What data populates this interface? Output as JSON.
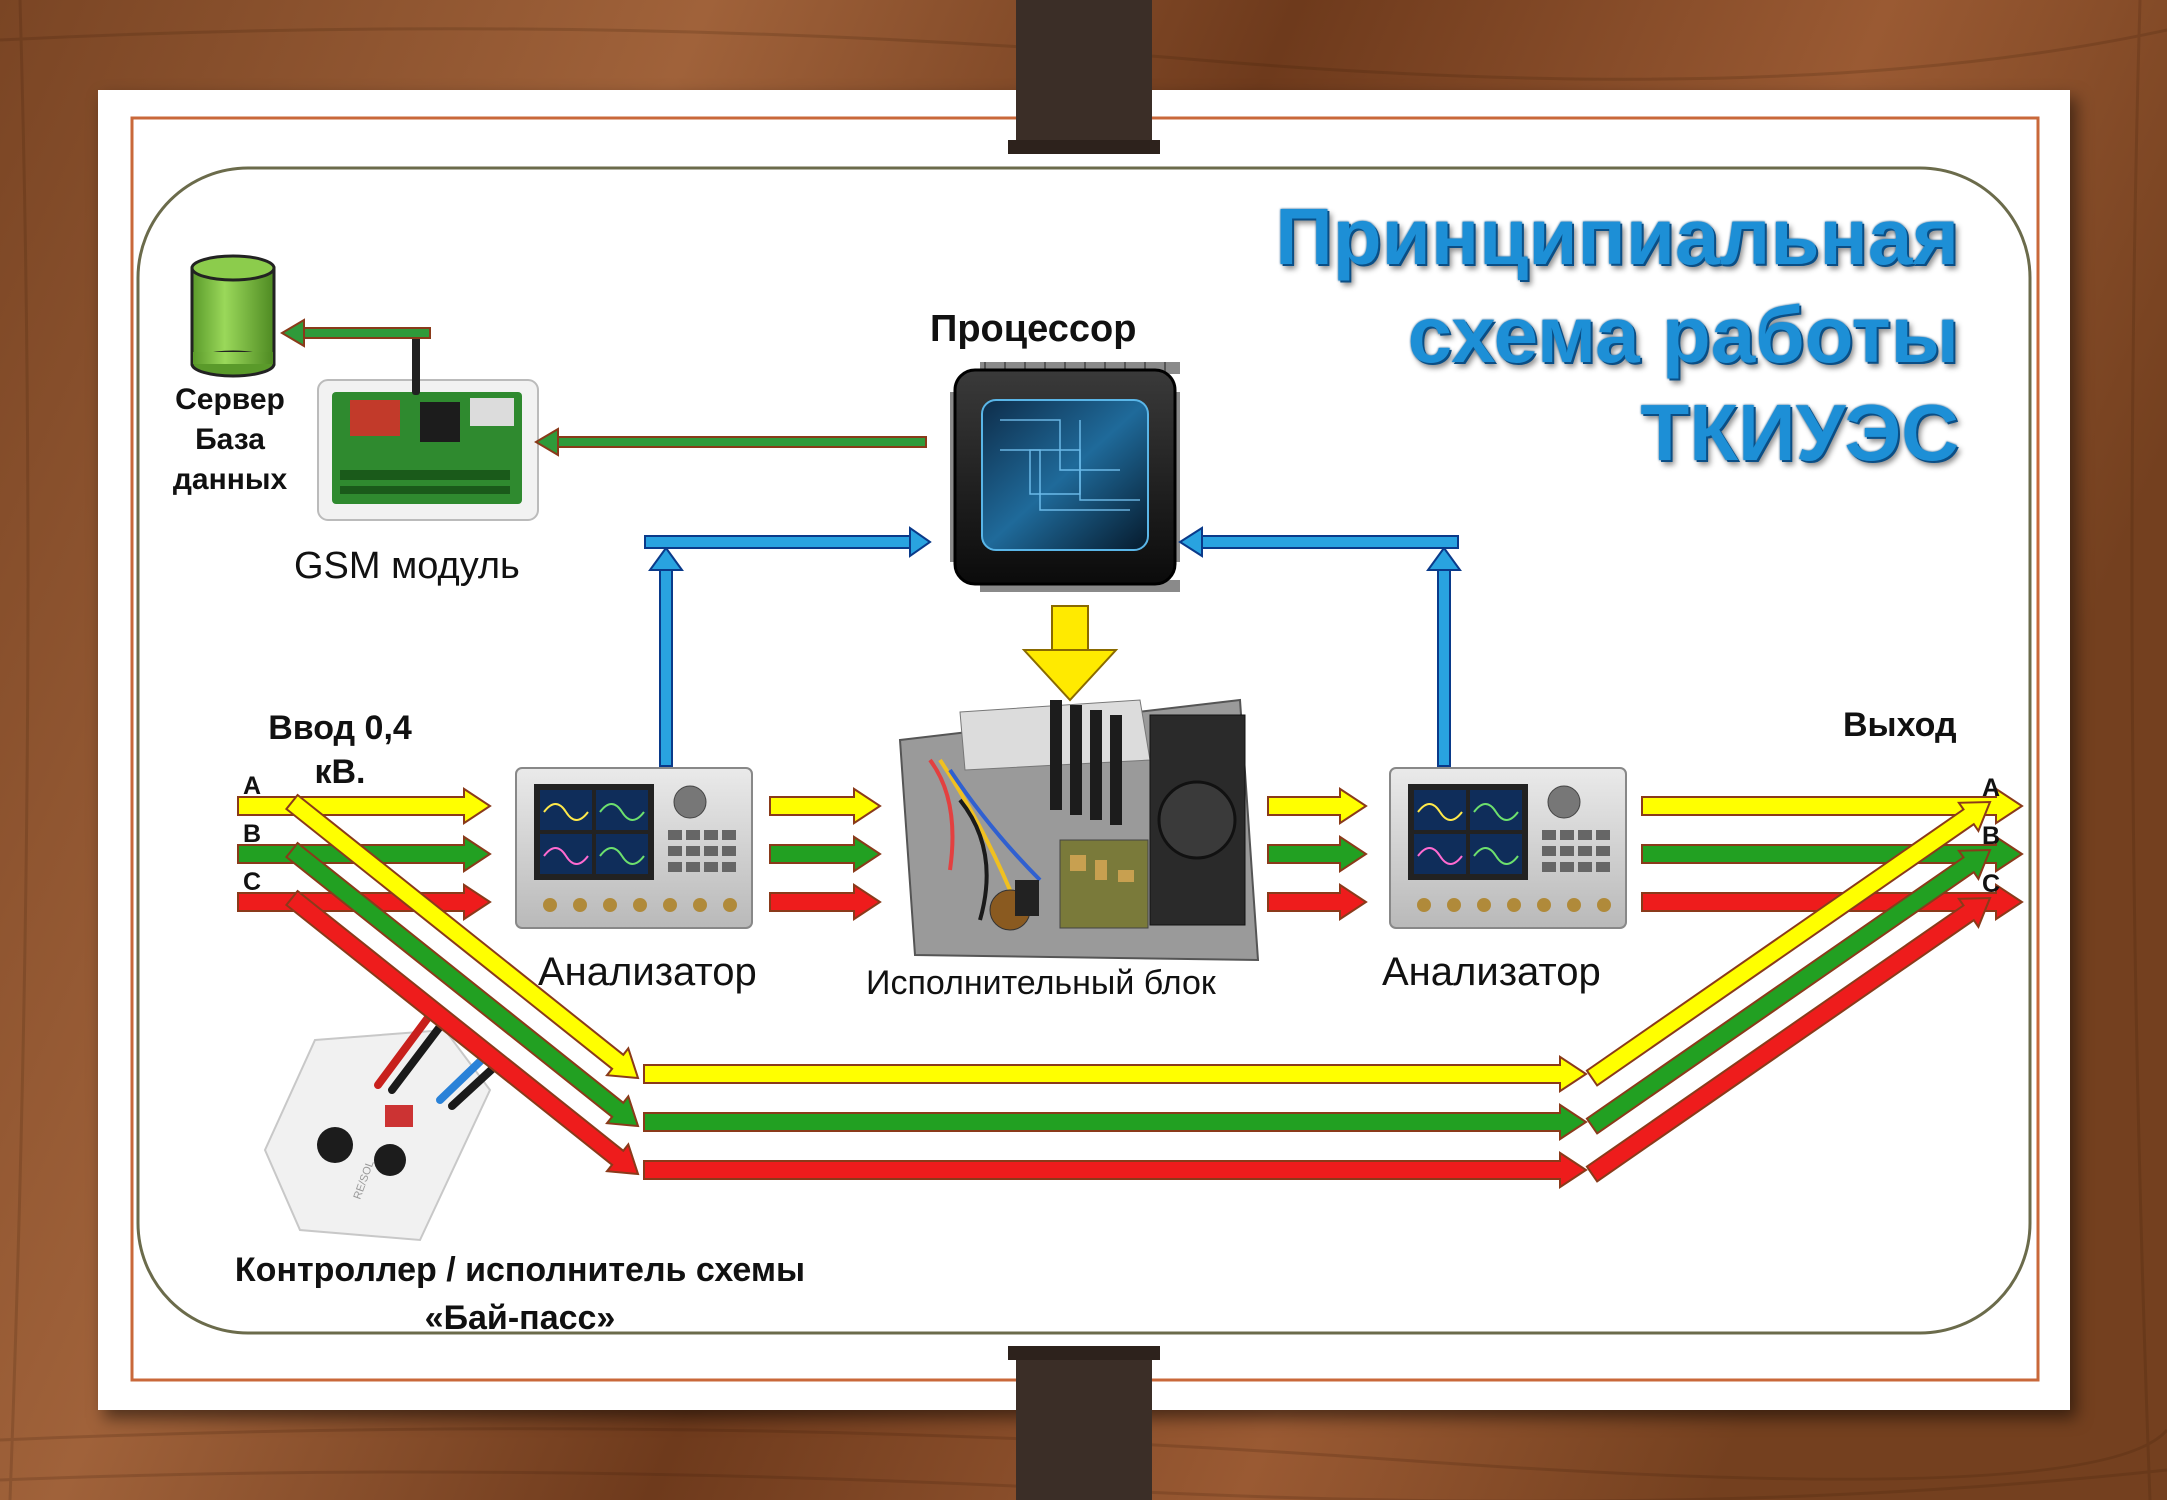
{
  "title": {
    "line1": "Принципиальная",
    "line2": "схема работы",
    "line3": "ТКИУЭС"
  },
  "labels": {
    "processor": "Процессор",
    "server_line1": "Сервер",
    "server_line2": "База",
    "server_line3": "данных",
    "gsm_module": "GSM модуль",
    "input_line1": "Ввод 0,4",
    "input_line2": "кВ.",
    "output": "Выход",
    "analyzer_left": "Анализатор",
    "analyzer_right": "Анализатор",
    "executive_block": "Исполнительный блок",
    "bypass_line1": "Контроллер / исполнитель  схемы",
    "bypass_line2": "«Бай-пасс»"
  },
  "phases": {
    "input": [
      "A",
      "B",
      "C"
    ],
    "output": [
      "A",
      "B",
      "C"
    ]
  },
  "colors": {
    "phase_a": "#ffff00",
    "phase_b": "#22a022",
    "phase_c": "#ee1c1c",
    "signal": "#29a3e0",
    "control": "#ffea00",
    "data_link": "#2f9a3a",
    "title": "#1d8fd6"
  }
}
